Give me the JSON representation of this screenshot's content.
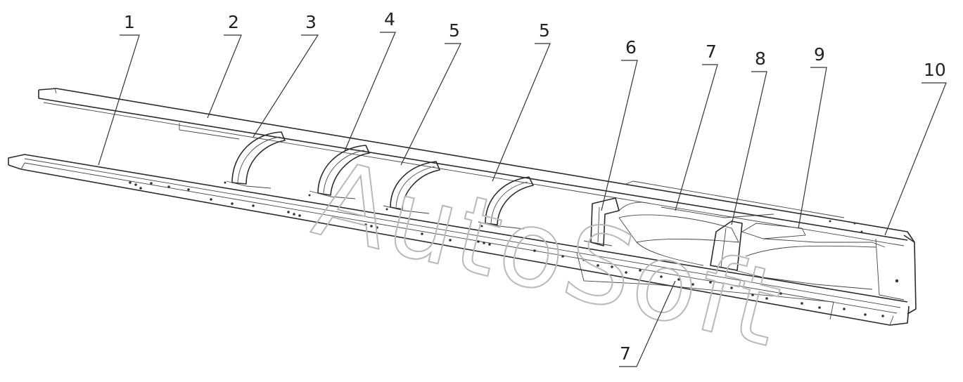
{
  "watermark": "AutoSoft",
  "callouts": [
    {
      "id": "c1",
      "label": "1"
    },
    {
      "id": "c2",
      "label": "2"
    },
    {
      "id": "c3",
      "label": "3"
    },
    {
      "id": "c4",
      "label": "4"
    },
    {
      "id": "c5a",
      "label": "5"
    },
    {
      "id": "c5b",
      "label": "5"
    },
    {
      "id": "c6",
      "label": "6"
    },
    {
      "id": "c7a",
      "label": "7"
    },
    {
      "id": "c8",
      "label": "8"
    },
    {
      "id": "c9",
      "label": "9"
    },
    {
      "id": "c10",
      "label": "10"
    },
    {
      "id": "c7b",
      "label": "7"
    }
  ]
}
